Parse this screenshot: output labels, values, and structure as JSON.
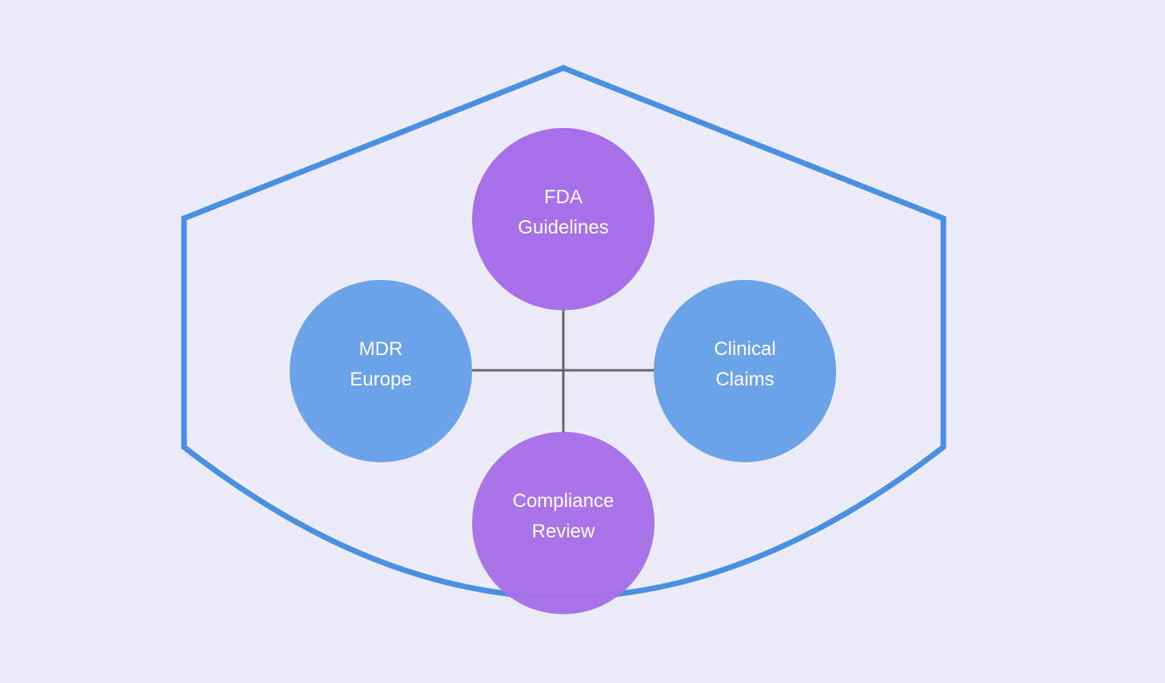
{
  "diagram": {
    "colors": {
      "background": "#ECECF8",
      "shield_stroke": "#4A90E2",
      "connector": "#666666",
      "purple_node": "#A76FE8",
      "blue_node": "#6CA3E8",
      "label_text": "#FFFFFF"
    },
    "nodes": {
      "fda": {
        "line1": "FDA",
        "line2": "Guidelines"
      },
      "mdr": {
        "line1": "MDR",
        "line2": "Europe"
      },
      "clinical": {
        "line1": "Clinical",
        "line2": "Claims"
      },
      "compliance": {
        "line1": "Compliance",
        "line2": "Review"
      }
    }
  }
}
